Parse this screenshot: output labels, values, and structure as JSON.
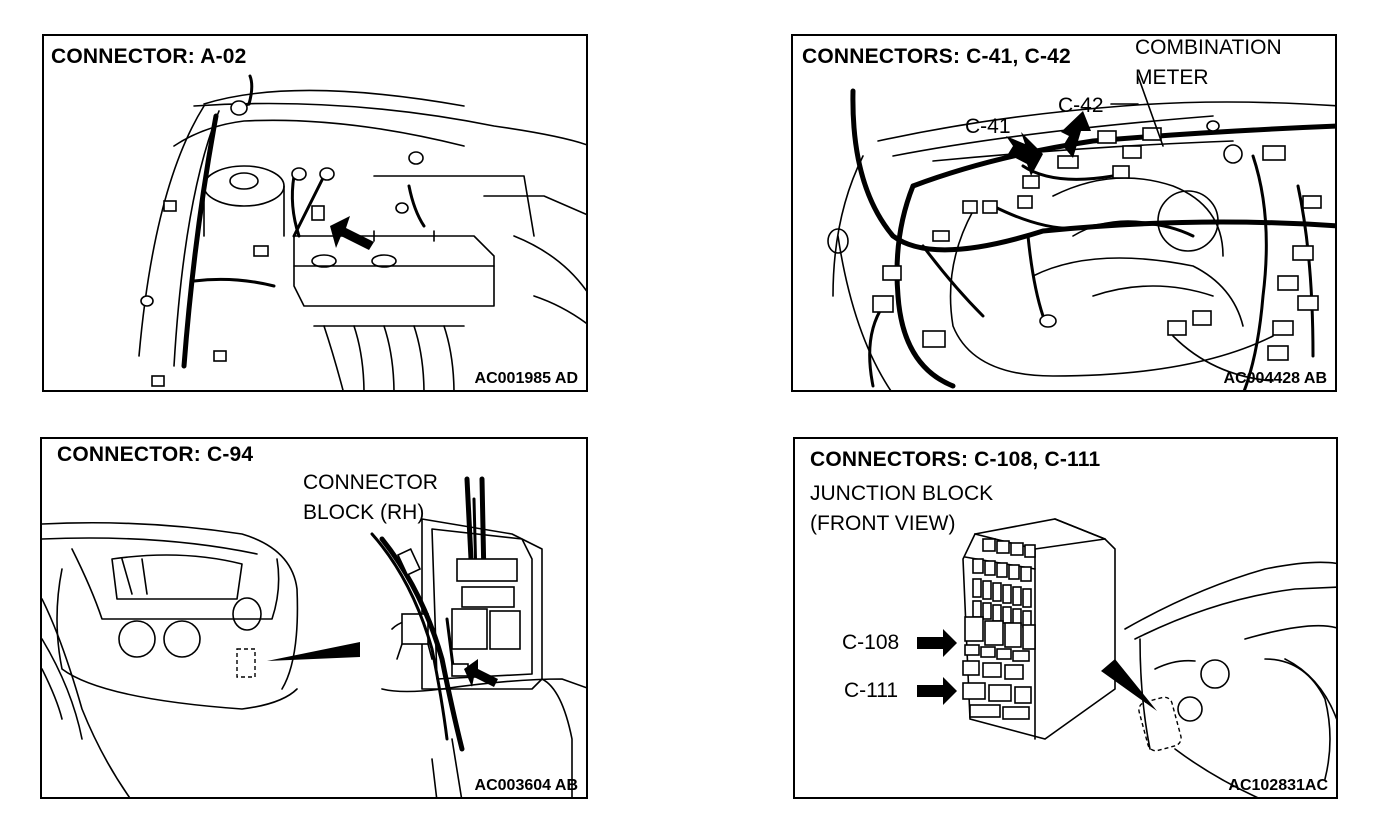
{
  "panels": [
    {
      "title": "CONNECTOR: A-02",
      "code": "AC001985 AD"
    },
    {
      "title": "CONNECTORS: C-41, C-42",
      "code": "AC004428 AB",
      "labels": {
        "meter_line1": "COMBINATION",
        "meter_line2": "METER",
        "c41": "C-41",
        "c42": "C-42"
      }
    },
    {
      "title": "CONNECTOR: C-94",
      "code": "AC003604 AB",
      "labels": {
        "block_line1": "CONNECTOR",
        "block_line2": "BLOCK (RH)"
      }
    },
    {
      "title": "CONNECTORS: C-108, C-111",
      "code": "AC102831AC",
      "labels": {
        "jb_line1": "JUNCTION BLOCK",
        "jb_line2": "(FRONT VIEW)",
        "c108": "C-108",
        "c111": "C-111"
      }
    }
  ]
}
